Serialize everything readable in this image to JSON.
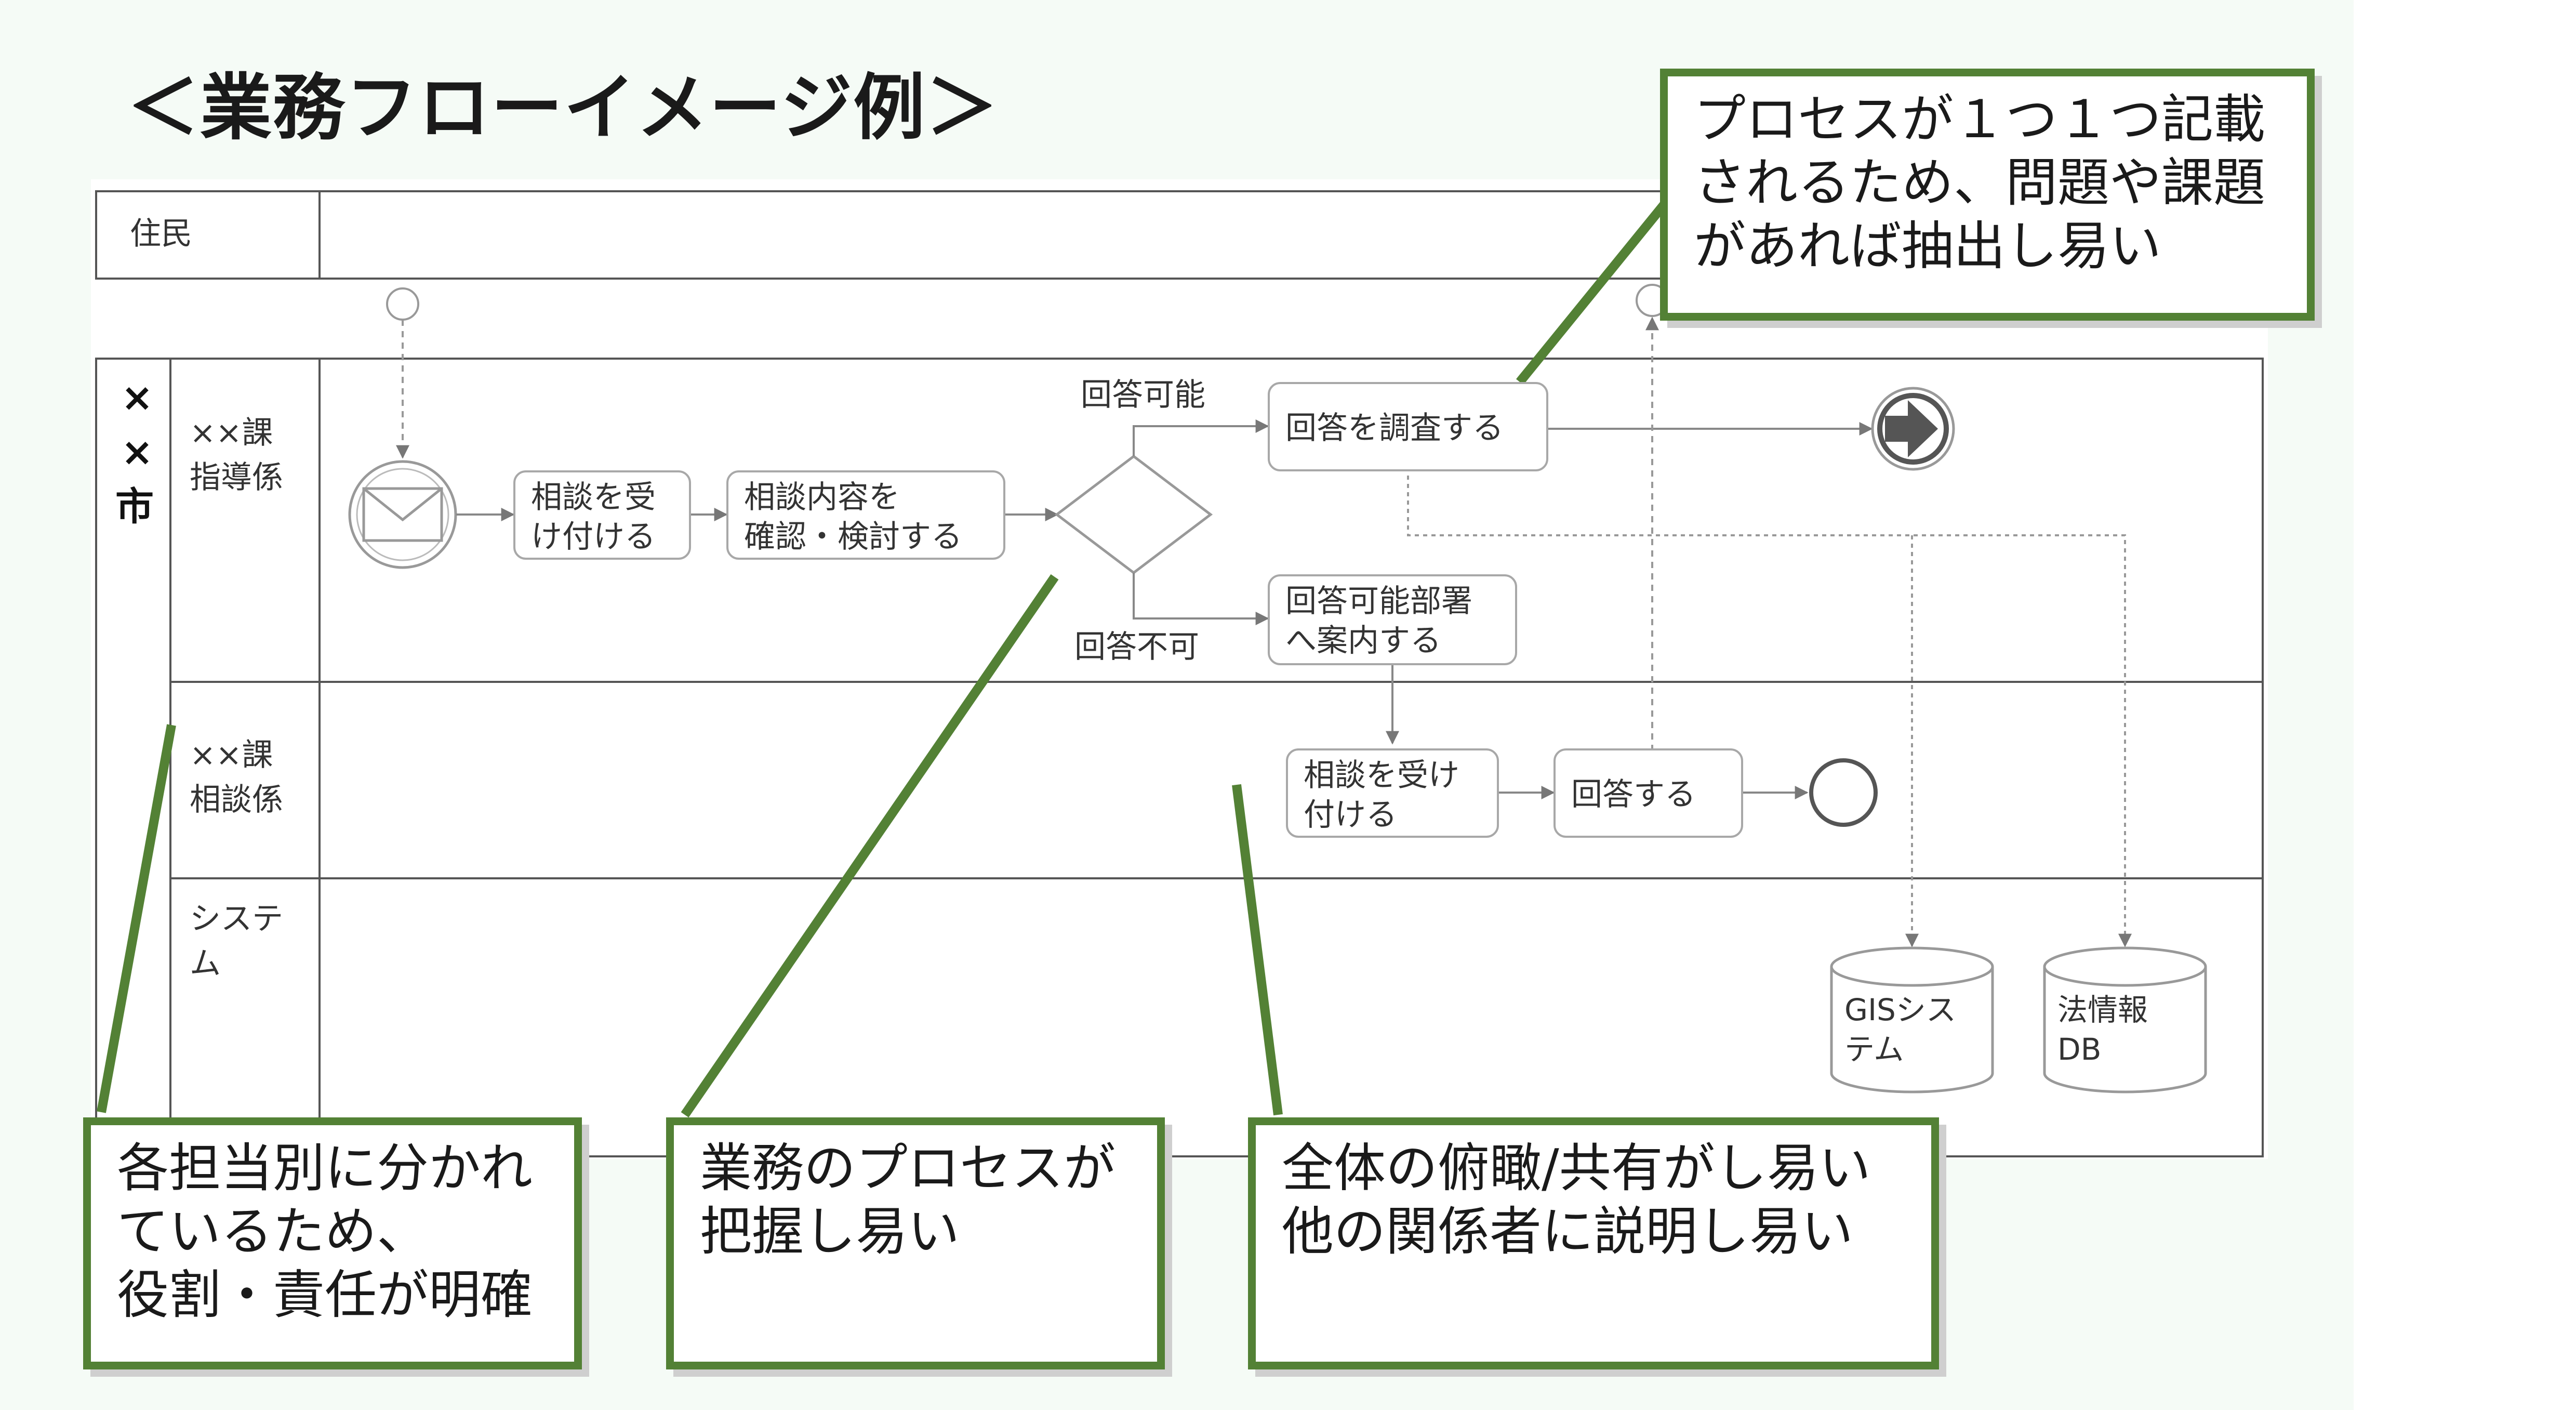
{
  "title": "＜業務フローイメージ例＞",
  "lanes": {
    "resident": "住民",
    "city_mark_top": "×",
    "city_mark_mid": "×",
    "city_mark_bottom": "市",
    "guidance_unit": "××課\n指導係",
    "consultation_unit": "××課\n相談係",
    "system": "システ\nム"
  },
  "nodes": {
    "receive_consultation": "相談を受\nけ付ける",
    "review_consultation": "相談内容を\n確認・検討する",
    "investigate_answer": "回答を調査する",
    "guide_to_department": "回答可能部署\nへ案内する",
    "receive_consultation_2": "相談を受け\n付ける",
    "answer": "回答する",
    "gis_system": "GISシス\nテム",
    "law_db": "法情報\nDB"
  },
  "gateway_labels": {
    "yes": "回答可能",
    "no": "回答不可"
  },
  "callouts": {
    "roles": "各担当別に分かれ\nているため、\n役割・責任が明確",
    "process": "業務のプロセスが\n把握し易い",
    "overview": "全体の俯瞰/共有がし易い\n他の関係者に説明し易い",
    "issues": "プロセスが１つ１つ記載\nされるため、問題や課題\nがあれば抽出し易い"
  },
  "colors": {
    "callout_border": "#538135",
    "leader_line": "#538135",
    "diagram_line": "#888888",
    "panel_background": "#f5fbf6"
  }
}
